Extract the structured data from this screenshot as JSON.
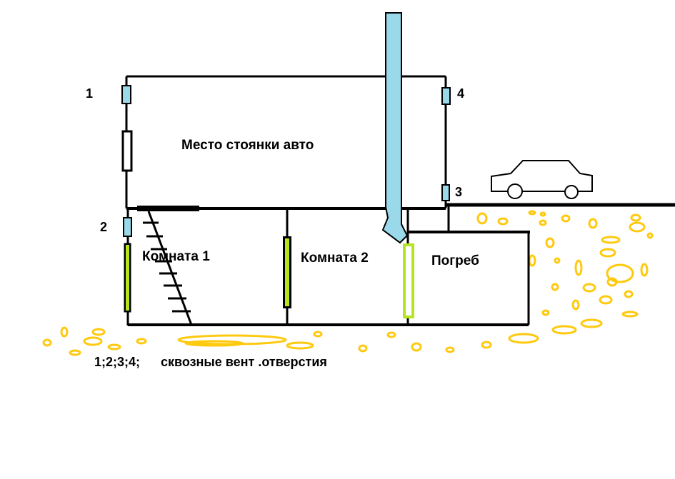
{
  "labels": {
    "parking": "Место стоянки авто",
    "room1": "Комната 1",
    "room2": "Комната 2",
    "cellar": "Погреб",
    "vent1": "1",
    "vent2": "2",
    "vent3": "3",
    "vent4": "4"
  },
  "legend": {
    "numbers": "1;2;3;4;",
    "text": "сквозные вент .отверстия"
  },
  "colors": {
    "wall": "#000000",
    "vent_pipe": "#99d9ea",
    "vent_opening": "#99d9ea",
    "door_accent": "#b5e61d",
    "soil": "#ffc90e"
  }
}
